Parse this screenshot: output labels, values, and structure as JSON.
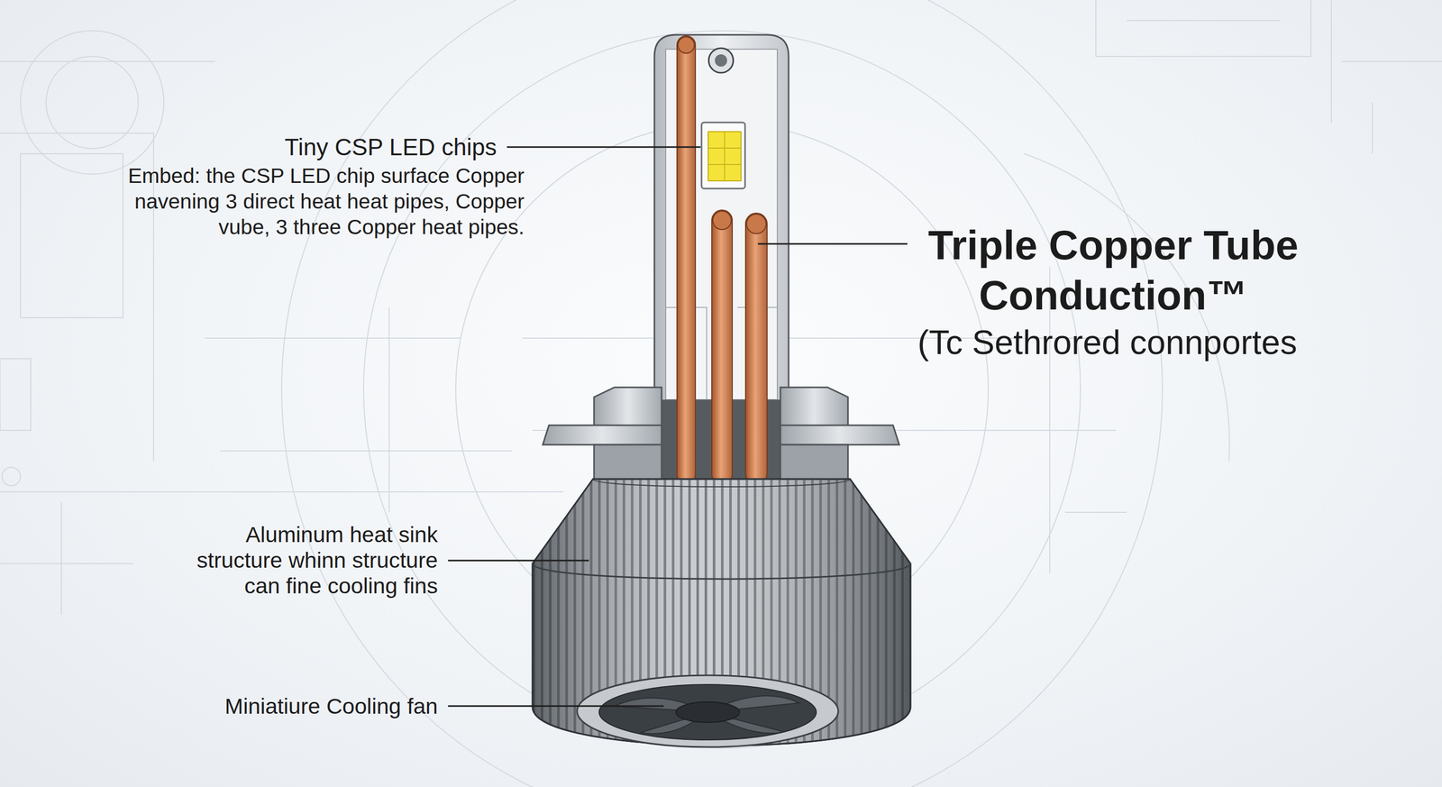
{
  "diagram": {
    "labels": [
      "Tiny CSP LED chips",
      "Embed: the CSP LED chip surface Copper navening 3 direct heat heat pipes, Copper vube, 3 three Copper heat pipes.",
      "Triple Copper Tube Conduction™",
      "(Tc Sethrored connportes",
      "Aluminum heat sink structure whinn structure can fine cooling fins",
      "Miniatiure Cooling fan"
    ]
  }
}
